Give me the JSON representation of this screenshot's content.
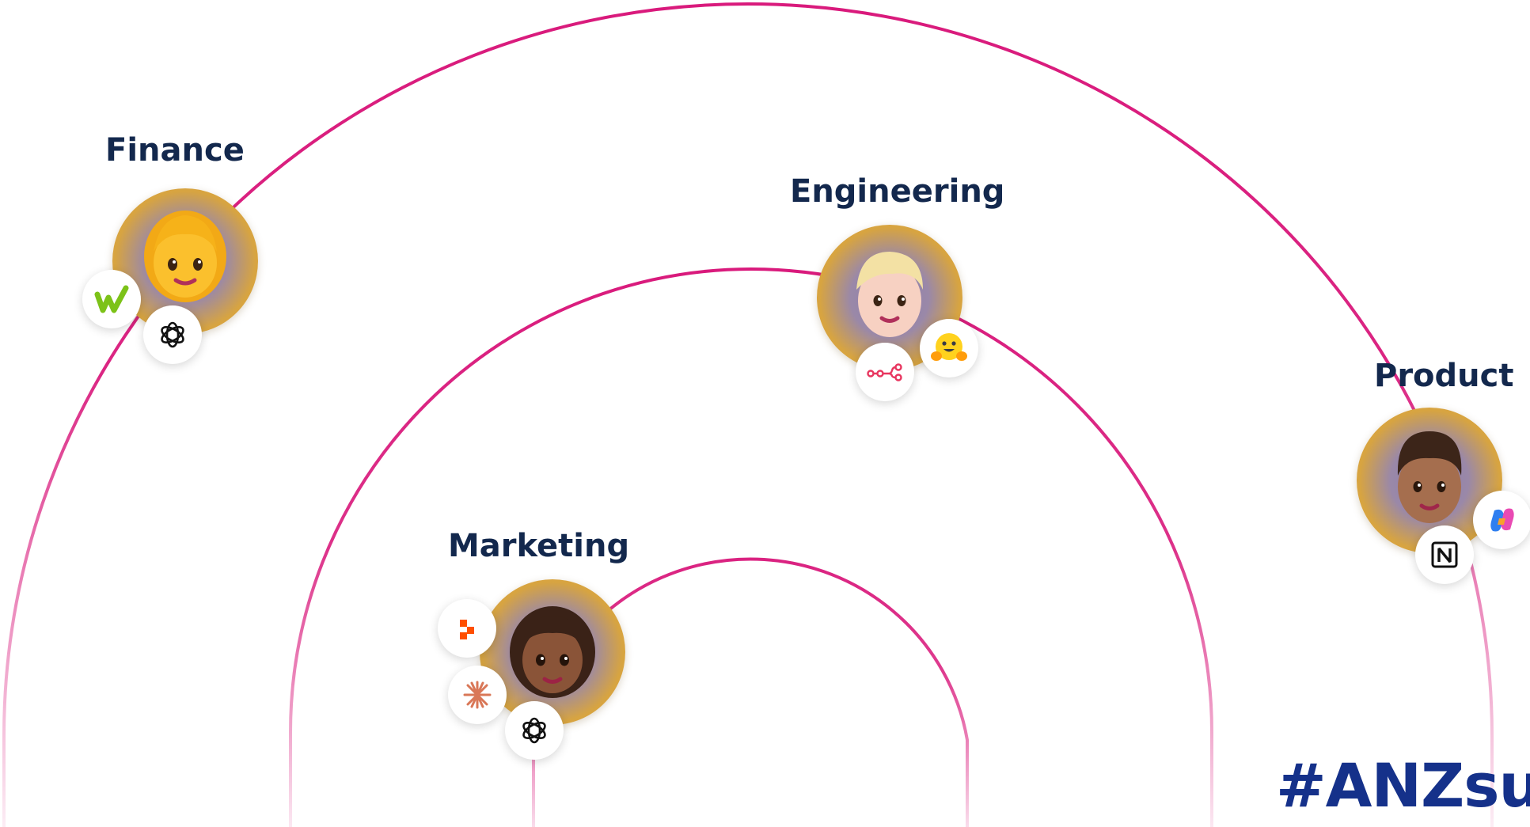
{
  "colors": {
    "arc": "#d91a7c",
    "label": "#13284d",
    "hashtag": "#15318a",
    "avatar_ring": "#e3a73c"
  },
  "teams": [
    {
      "label": "Finance",
      "avatar": "woman-blonde-emoji",
      "tools": [
        "workday-icon",
        "openai-icon"
      ]
    },
    {
      "label": "Engineering",
      "avatar": "person-blond-emoji",
      "tools": [
        "n8n-icon",
        "hugging-face-icon"
      ]
    },
    {
      "label": "Product",
      "avatar": "man-curly-hair-emoji",
      "tools": [
        "copilot-icon",
        "notion-icon"
      ]
    },
    {
      "label": "Marketing",
      "avatar": "woman-curly-hair-emoji",
      "tools": [
        "zapier-icon",
        "claude-icon",
        "openai-icon"
      ]
    }
  ],
  "hashtag": "#ANZsum"
}
